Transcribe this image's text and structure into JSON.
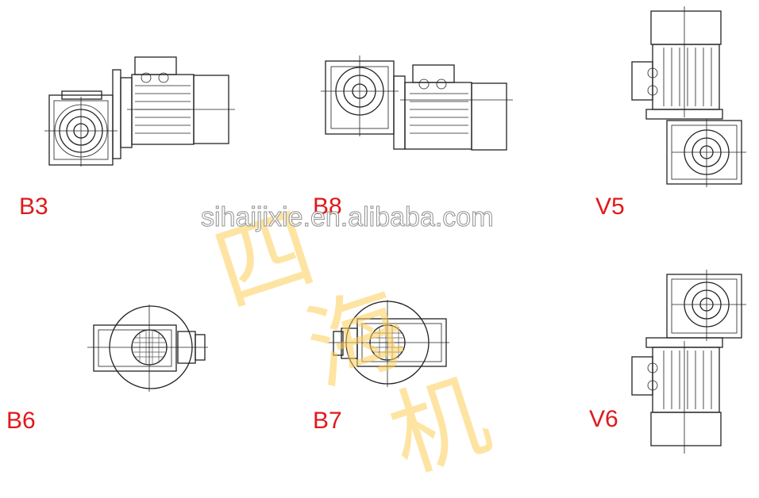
{
  "mountings": [
    {
      "id": "b3",
      "label": "B3"
    },
    {
      "id": "b8",
      "label": "B8"
    },
    {
      "id": "v5",
      "label": "V5"
    },
    {
      "id": "b6",
      "label": "B6"
    },
    {
      "id": "b7",
      "label": "B7"
    },
    {
      "id": "v6",
      "label": "V6"
    }
  ],
  "watermark": {
    "site": "sihaijixie.en.alibaba.com",
    "logo_chars": [
      "四",
      "海",
      "机"
    ]
  },
  "colors": {
    "label": "#e0191b",
    "line": "#222222",
    "watermark_logo": "#fdce58"
  }
}
